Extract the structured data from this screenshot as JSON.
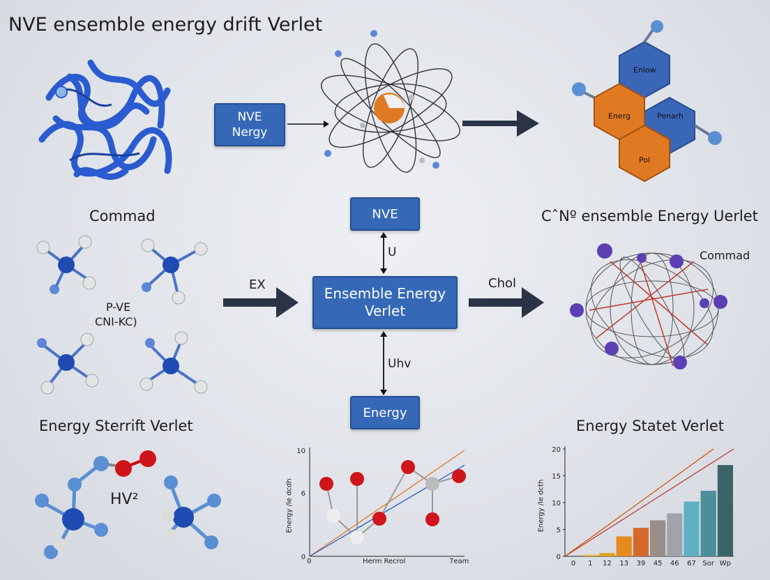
{
  "title": "NVE ensemble energy drift Verlet",
  "boxes": {
    "nve_energy_line1": "NVE",
    "nve_energy_line2": "Nergy",
    "nve_center": "NVE",
    "ensemble_line1": "Ensemble Energy",
    "ensemble_line2": "Verlet",
    "energy": "Energy"
  },
  "labels": {
    "commad_left": "Commad",
    "cn_ensemble": "CˆNº ensemble Energy Uerlet",
    "commad_right": "Commad",
    "pve": "P-VE",
    "cnfkc": "CNI-KC)",
    "ex": "EX",
    "chol": "Chol",
    "u": "U",
    "uhv": "Uhv",
    "sterrift": "Energy Sterrift Verlet",
    "statet": "Energy Statet Verlet",
    "hv": "HV²"
  },
  "hexagons": [
    "Enlow",
    "Energ",
    "Penarh",
    "Pol"
  ],
  "colors": {
    "blue_box": "#3568b7",
    "arrow": "#2a3446",
    "hex_blue": "#3a66b8",
    "hex_orange": "#e07a22"
  },
  "chart_data": [
    {
      "type": "line",
      "ylabel": "Energy /le dcdh",
      "xlabel": "Herm Recrol",
      "x_end_label": "7eam",
      "ytick_labels": [
        "10",
        "6",
        "0"
      ],
      "x_start_label": "0",
      "series": [
        {
          "color": "#e07a22",
          "points": [
            [
              0,
              0
            ],
            [
              10,
              10
            ]
          ]
        },
        {
          "color": "#2d5ec8",
          "points": [
            [
              0,
              0
            ],
            [
              10,
              8.6
            ]
          ]
        }
      ]
    },
    {
      "type": "bar",
      "ylabel": "Energy /le dcth",
      "categories": [
        "0",
        "1",
        "12",
        "13",
        "39",
        "45",
        "46",
        "67",
        "Sor",
        "Wp"
      ],
      "ytick_labels": [
        "20",
        "15",
        "10",
        "5",
        "0"
      ],
      "ylim": [
        0,
        20
      ],
      "values": [
        0,
        0.3,
        0.6,
        3.7,
        5.3,
        6.7,
        8,
        10.2,
        12.2,
        17
      ],
      "bar_colors": [
        "#d9c98a",
        "#e8b64a",
        "#e2a019",
        "#e58a1f",
        "#d46a2a",
        "#9b8d88",
        "#a0a4aa",
        "#5fb0c4",
        "#4a8f9a",
        "#3a6468"
      ],
      "series_lines": [
        {
          "color": "#c0392b",
          "points": [
            [
              0,
              0
            ],
            [
              10,
              20
            ]
          ]
        },
        {
          "color": "#d35400",
          "points": [
            [
              0,
              0
            ],
            [
              8.8,
              20
            ]
          ]
        }
      ]
    }
  ]
}
